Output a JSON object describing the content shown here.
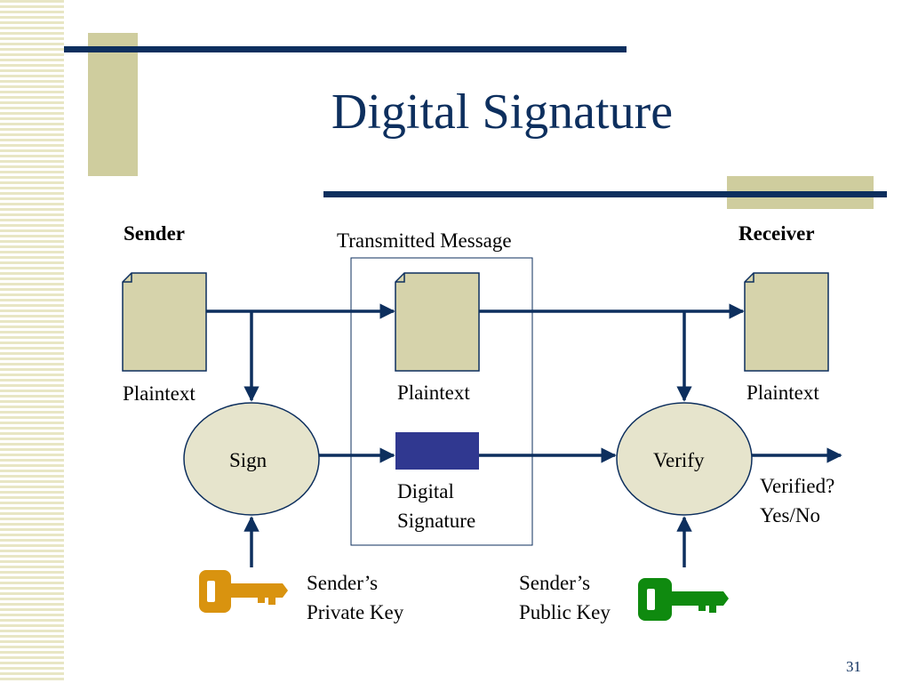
{
  "slide": {
    "title": "Digital Signature",
    "number": "31"
  },
  "labels": {
    "sender": "Sender",
    "receiver": "Receiver",
    "transmitted_message": "Transmitted Message",
    "plaintext_sender": "Plaintext",
    "plaintext_transmitted": "Plaintext",
    "plaintext_receiver": "Plaintext",
    "sign": "Sign",
    "verify": "Verify",
    "digital_signature_line1": "Digital",
    "digital_signature_line2": "Signature",
    "verified_line1": "Verified?",
    "verified_line2": "Yes/No",
    "private_key_line1": "Sender’s",
    "private_key_line2": "Private Key",
    "public_key_line1": "Sender’s",
    "public_key_line2": "Public Key"
  },
  "colors": {
    "navy": "#0d2f5e",
    "document_fill": "#d6d3ab",
    "ellipse_fill": "#e6e4cc",
    "signature_fill": "#303890",
    "private_key": "#d9930f",
    "public_key": "#0f8a0f"
  },
  "icons": {
    "private_key": "key-icon",
    "public_key": "key-icon",
    "document": "document-icon"
  }
}
